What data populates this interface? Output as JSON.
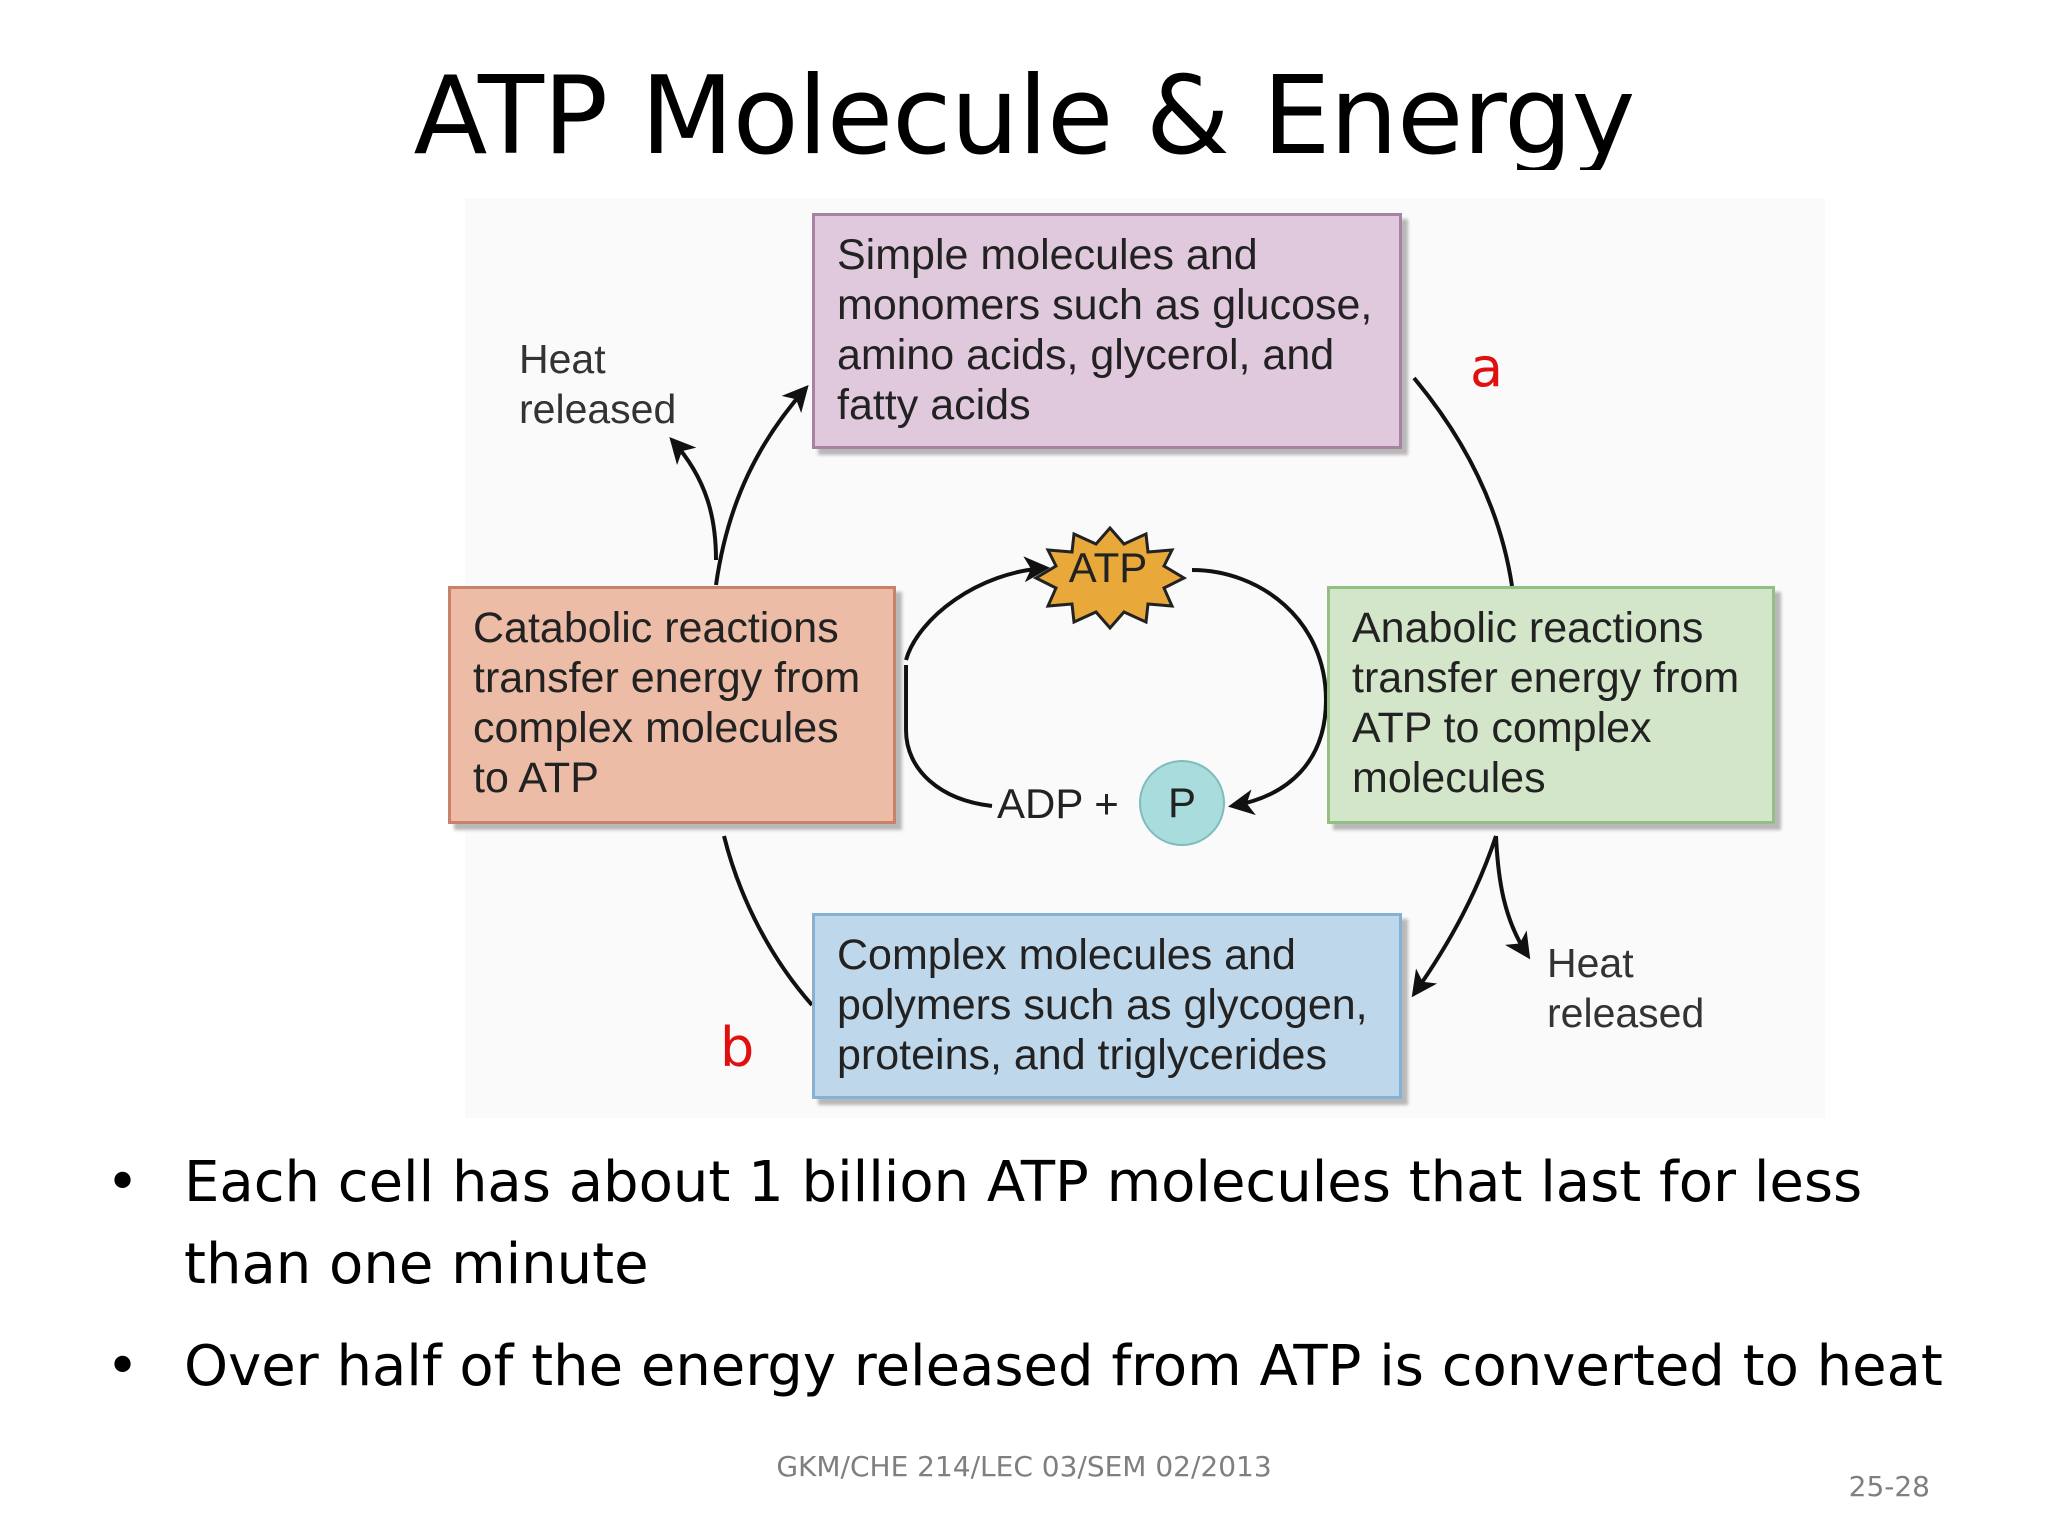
{
  "slide": {
    "title": "ATP Molecule & Energy",
    "bullets": [
      "Each cell has about 1 billion ATP molecules that last for less than one minute",
      "Over half of the energy released from ATP is converted to heat"
    ],
    "footer": "GKM/CHE 214/LEC 03/SEM 02/2013",
    "page_number": "25-28"
  },
  "diagram": {
    "boxes": {
      "simple_molecules": "Simple molecules and monomers such as glucose, amino acids, glycerol, and fatty acids",
      "catabolic": "Catabolic reactions transfer energy from complex molecules to ATP",
      "anabolic": "Anabolic reactions transfer energy from ATP to complex molecules",
      "complex_molecules": "Complex molecules and polymers such as glycogen, proteins, and triglycerides"
    },
    "heat_left": "Heat released",
    "heat_right": "Heat released",
    "atp": "ATP",
    "adp": "ADP +",
    "phosphate": "P",
    "marker_a": "a",
    "marker_b": "b"
  },
  "colors": {
    "simple_box": "#e1c9dd",
    "catabolic_box": "#ecbca6",
    "anabolic_box": "#d4e6c9",
    "complex_box": "#bfd7ea",
    "atp_burst": "#e8a93a",
    "phosphate_circle": "#a9dcdc",
    "marker_red": "#e01010"
  }
}
